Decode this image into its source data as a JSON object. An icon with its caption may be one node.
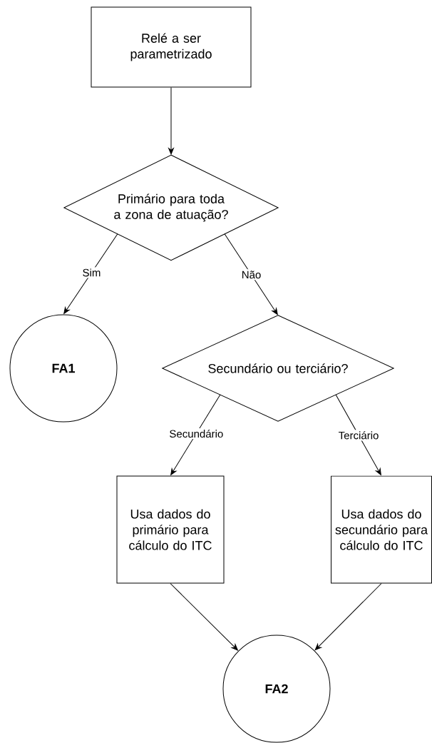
{
  "diagram": {
    "nodes": [
      {
        "text": [
          "Relé a ser parametrizado"
        ]
      },
      {
        "text": [
          "Primário para toda a zona de atuação?"
        ]
      },
      {
        "text": [
          "FA1"
        ]
      },
      {
        "text": [
          "Secundário ou terciário?"
        ]
      },
      {
        "text": [
          "Usa dados do primário para cálculo do ITC"
        ]
      },
      {
        "text": [
          "Usa dados do secundário para cálculo do ITC"
        ]
      },
      {
        "text": [
          "FA2"
        ]
      }
    ],
    "edges": [
      {
        "from": 0,
        "to": 1,
        "arrow": "to"
      },
      {
        "from": 1,
        "to": 2,
        "arrow": "to",
        "label": "Sim"
      },
      {
        "from": 1,
        "to": 3,
        "arrow": "to",
        "label": "Não"
      },
      {
        "from": 3,
        "to": 4,
        "arrow": "to",
        "label": "Secundário"
      },
      {
        "from": 3,
        "to": 5,
        "arrow": "to",
        "label": "Terciário"
      },
      {
        "from": 4,
        "to": 6,
        "arrow": "to"
      },
      {
        "from": 5,
        "to": 6,
        "arrow": "to"
      }
    ]
  }
}
